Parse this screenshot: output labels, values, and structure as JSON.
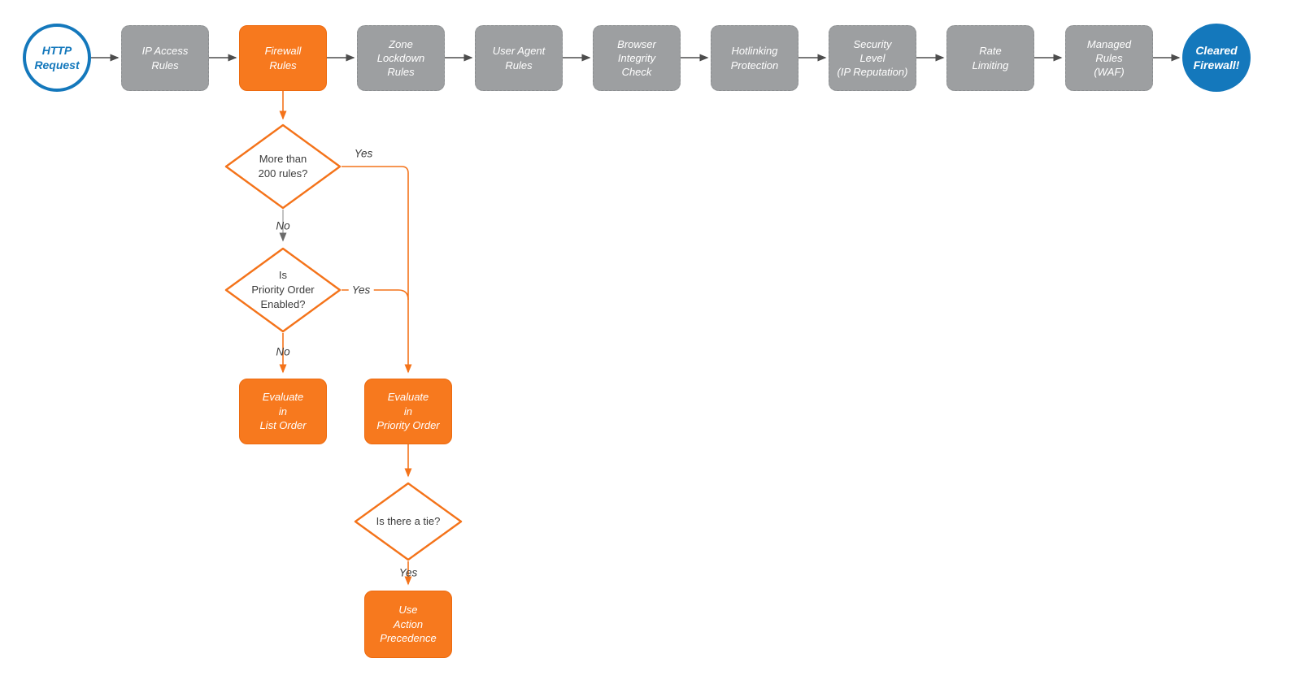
{
  "colors": {
    "orange": "#F7791E",
    "orange-border": "#ED6A0F",
    "orange-line": "#F4731A",
    "gray": "#9D9FA1",
    "gray-border": "#8A8D8F",
    "blue": "#1478BC",
    "connector": "#4D4D4D",
    "gray-line": "#B3B3B3",
    "gray-arrow": "#6B6B6B",
    "label": "#3C3C3C"
  },
  "flow": {
    "start": {
      "label": "HTTP\nRequest"
    },
    "stages": [
      {
        "label": "IP Access\nRules",
        "highlighted": false
      },
      {
        "label": "Firewall\nRules",
        "highlighted": true
      },
      {
        "label": "Zone\nLockdown\nRules",
        "highlighted": false
      },
      {
        "label": "User Agent\nRules",
        "highlighted": false
      },
      {
        "label": "Browser\nIntegrity\nCheck",
        "highlighted": false
      },
      {
        "label": "Hotlinking\nProtection",
        "highlighted": false
      },
      {
        "label": "Security\nLevel\n(IP Reputation)",
        "highlighted": false
      },
      {
        "label": "Rate\nLimiting",
        "highlighted": false
      },
      {
        "label": "Managed\nRules\n(WAF)",
        "highlighted": false
      }
    ],
    "end": {
      "label": "Cleared\nFirewall!"
    }
  },
  "branch": {
    "decisions": [
      {
        "label": "More than\n200 rules?"
      },
      {
        "label": "Is\nPriority Order\nEnabled?"
      },
      {
        "label": "Is there a tie?"
      }
    ],
    "actions": [
      {
        "label": "Evaluate\nin\nList Order"
      },
      {
        "label": "Evaluate\nin\nPriority Order"
      },
      {
        "label": "Use\nAction\nPrecedence"
      }
    ],
    "edge_labels": {
      "d1_yes": "Yes",
      "d1_no": "No",
      "d2_yes": "Yes",
      "d2_no": "No",
      "d3_yes": "Yes"
    }
  }
}
